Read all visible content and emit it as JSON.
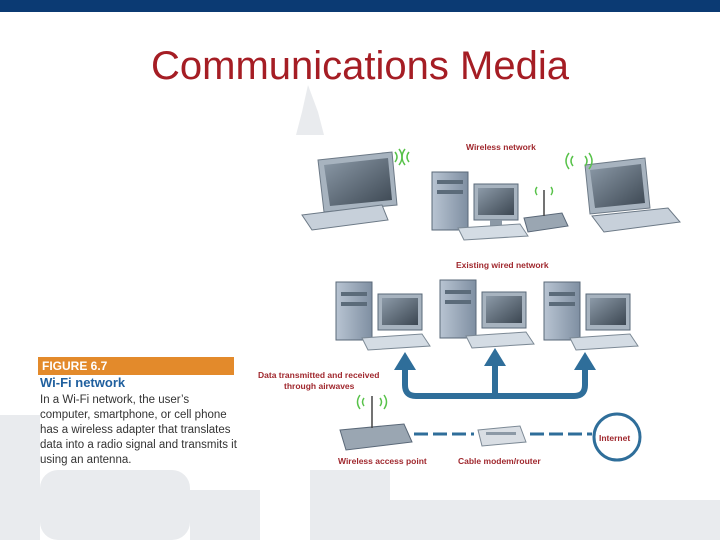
{
  "slide": {
    "title": "Communications Media"
  },
  "figure": {
    "number": "FIGURE 6.7",
    "title": "Wi-Fi network",
    "caption": "In a Wi-Fi network, the user’s computer, smartphone, or cell phone has a wireless adapter that translates data into a radio signal and transmits it using an antenna."
  },
  "diagram": {
    "labels": {
      "wireless_network": "Wireless network",
      "existing_wired_network": "Existing wired network",
      "data_transmitted_line1": "Data transmitted and received",
      "data_transmitted_line2": "through airwaves",
      "wireless_access_point": "Wireless access point",
      "cable_modem_router": "Cable modem/router",
      "internet": "Internet"
    },
    "colors": {
      "accent_red": "#a51d24",
      "arrow_blue": "#2f6e9a",
      "figure_orange": "#e38a2b",
      "figure_blue": "#1f5f9e",
      "top_bar": "#0b3a73"
    }
  }
}
